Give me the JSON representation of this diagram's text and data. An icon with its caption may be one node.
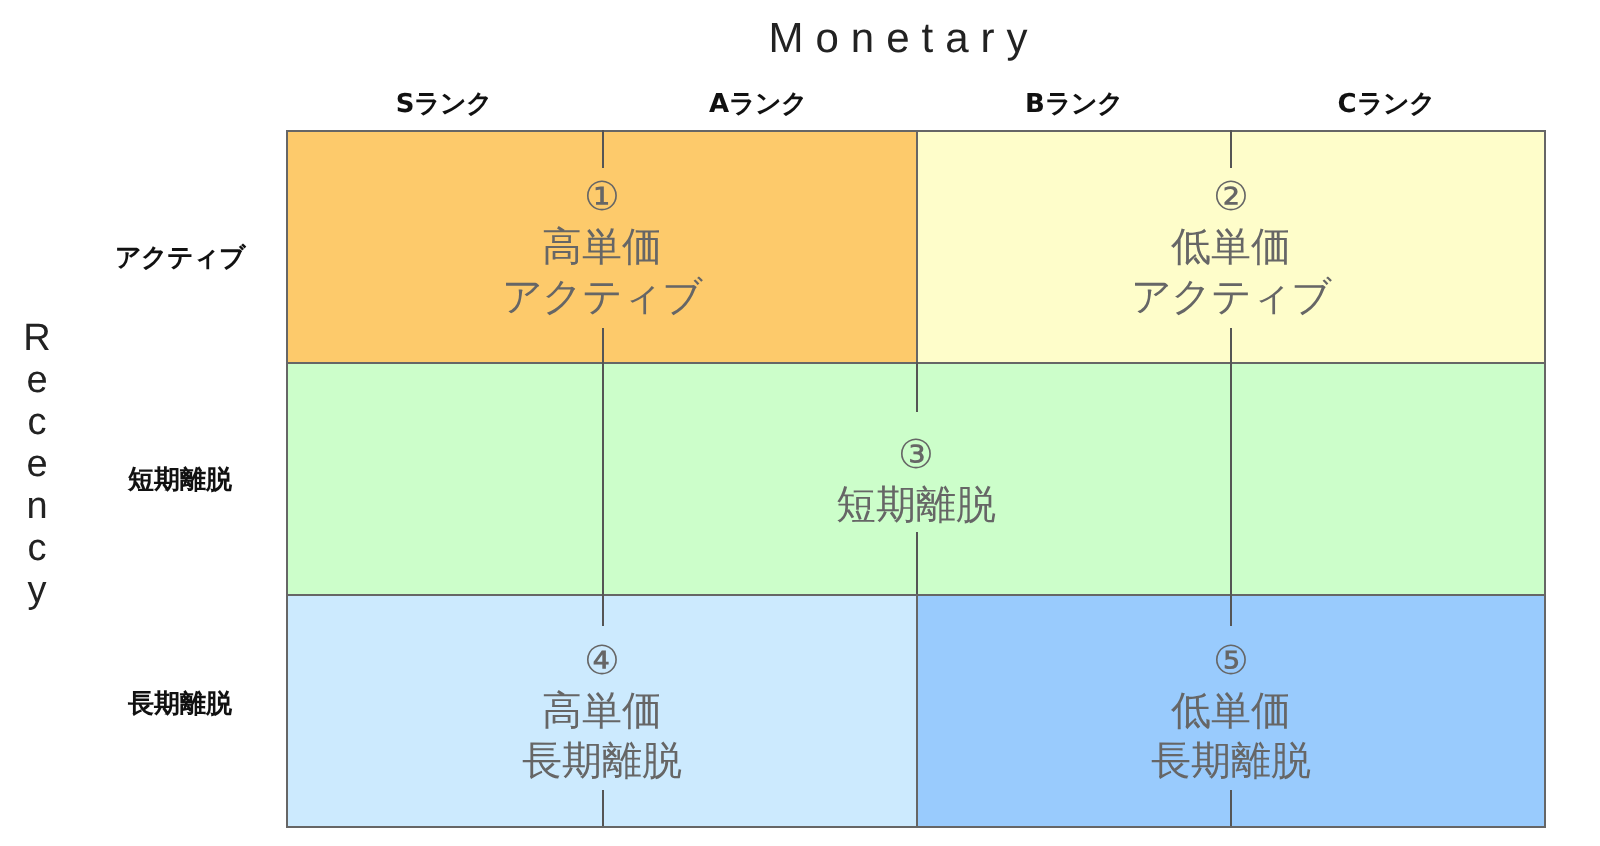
{
  "diagram": {
    "nodes": [
      {
        "text": [
          "①",
          "高単価",
          "アクティブ"
        ]
      },
      {
        "text": [
          "②",
          "低単価",
          "アクティブ"
        ]
      },
      {
        "text": [
          "③",
          "短期離脱"
        ]
      },
      {
        "text": [
          "④",
          "高単価",
          "長期離脱"
        ]
      },
      {
        "text": [
          "⑤",
          "低単価",
          "長期離脱"
        ]
      }
    ],
    "labels": [
      "Monetary",
      "Sランク",
      "Aランク",
      "Bランク",
      "Cランク",
      "Recency",
      "アクティブ",
      "短期離脱",
      "長期離脱"
    ]
  }
}
